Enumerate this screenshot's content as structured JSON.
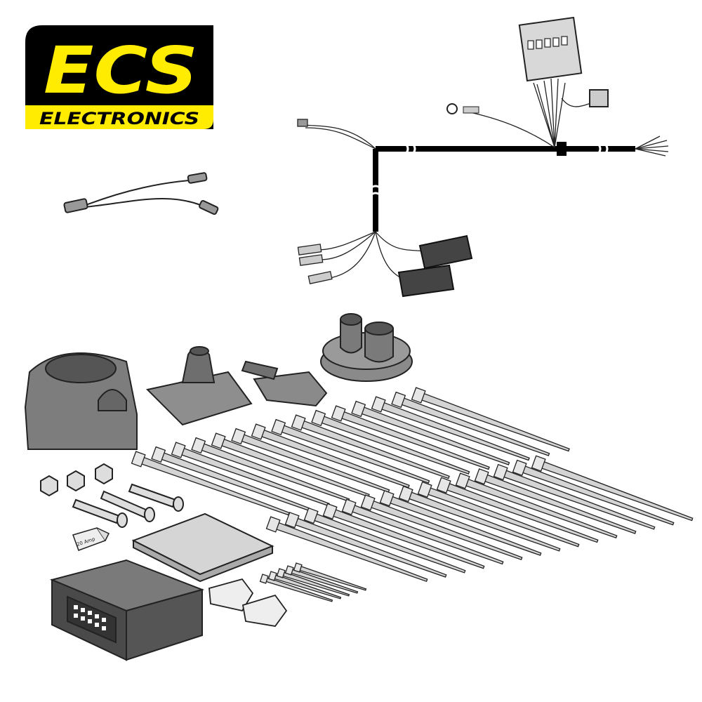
{
  "logo": {
    "brand": "ECS",
    "subtitle": "ELECTRONICS",
    "colors": {
      "black": "#000000",
      "yellow": "#FFEC00"
    }
  },
  "fuse": {
    "label": "20 Amp"
  },
  "colors": {
    "part_fill": "#8c8c8c",
    "part_dark": "#555555",
    "tie_fill": "#cfcfcf",
    "outline": "#222222",
    "wire": "#000000"
  }
}
